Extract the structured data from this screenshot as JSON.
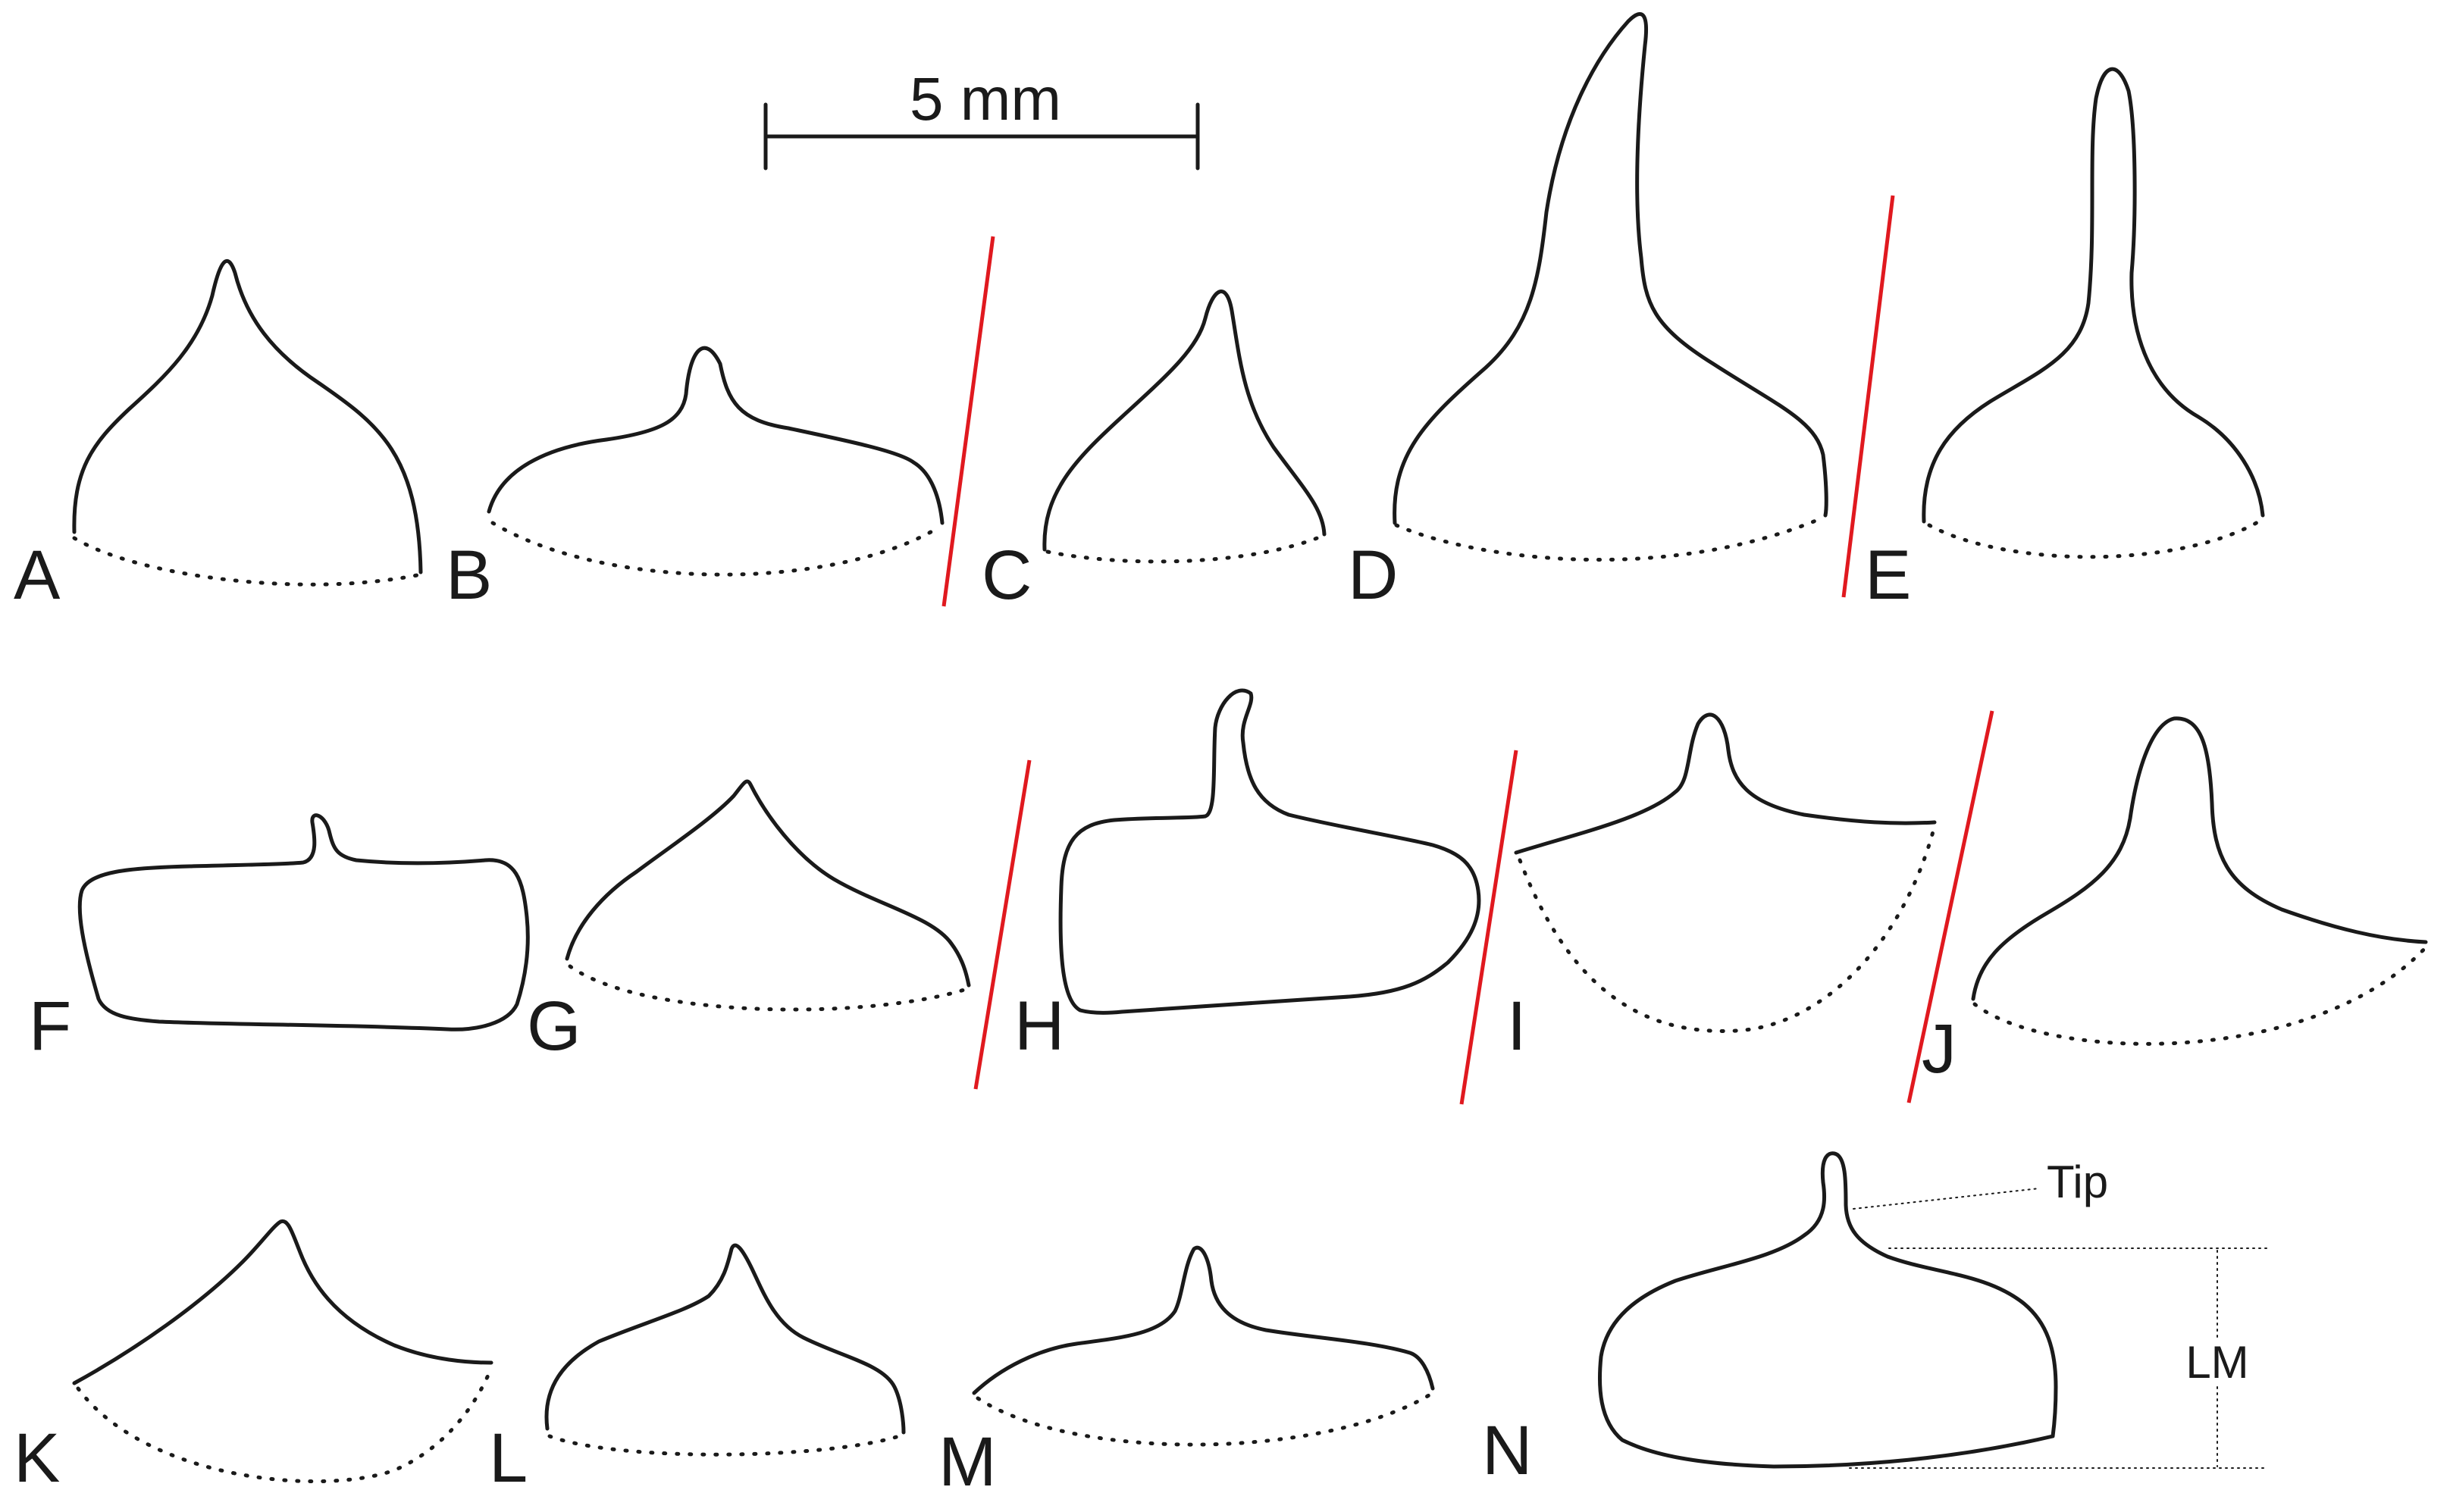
{
  "scale_bar": {
    "label": "5 mm"
  },
  "separator_color": "#e0191f",
  "panels": [
    {
      "letter": "A"
    },
    {
      "letter": "B"
    },
    {
      "letter": "C"
    },
    {
      "letter": "D"
    },
    {
      "letter": "E"
    },
    {
      "letter": "F"
    },
    {
      "letter": "G"
    },
    {
      "letter": "H"
    },
    {
      "letter": "I"
    },
    {
      "letter": "J"
    },
    {
      "letter": "K"
    },
    {
      "letter": "L"
    },
    {
      "letter": "M"
    },
    {
      "letter": "N"
    }
  ],
  "annotations": {
    "tip": "Tip",
    "lm": "LM"
  }
}
